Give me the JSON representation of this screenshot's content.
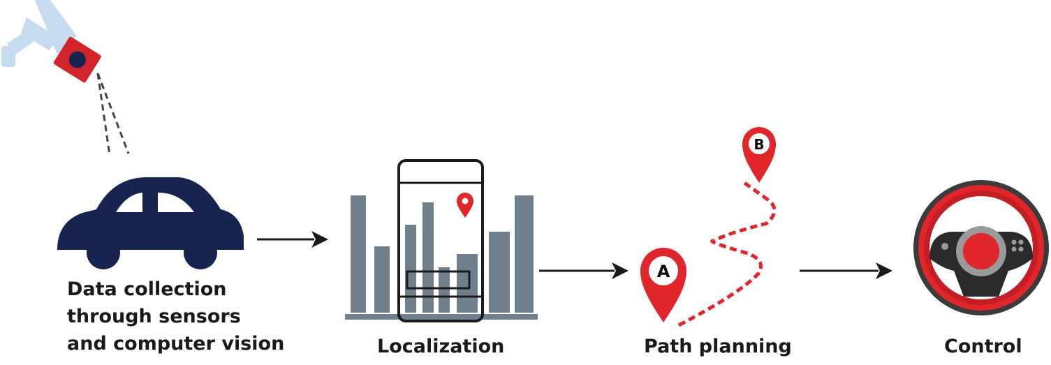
{
  "steps": [
    {
      "id": "data-collection",
      "lines": [
        "Data collection",
        "through sensors",
        "and computer vision"
      ]
    },
    {
      "id": "localization",
      "lines": [
        "Localization"
      ]
    },
    {
      "id": "path-planning",
      "lines": [
        "Path planning"
      ]
    },
    {
      "id": "control",
      "lines": [
        "Control"
      ]
    }
  ],
  "pins": {
    "start": "A",
    "end": "B"
  },
  "colors": {
    "navy": "#182450",
    "red": "#e0262a",
    "slate": "#6f7f8c",
    "light_blue": "#c5dbf0",
    "dark": "#1a1a1a"
  }
}
